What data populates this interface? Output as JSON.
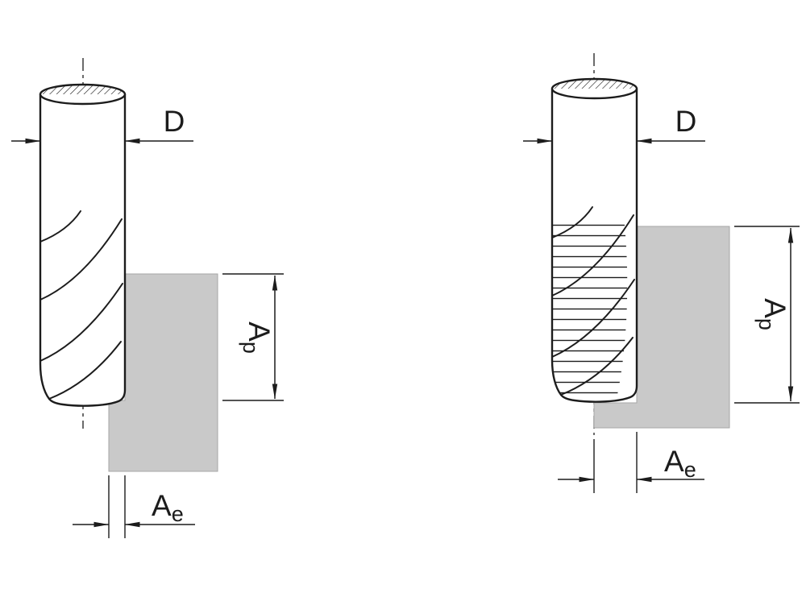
{
  "colors": {
    "background": "#ffffff",
    "line": "#1c1c1c",
    "workpiece_fill": "#c9c9c9",
    "tool_fill": "#ffffff"
  },
  "figures": {
    "left": {
      "labels": {
        "diameter": "D",
        "axial_depth": {
          "main": "A",
          "sub": "p"
        },
        "radial_width": {
          "main": "A",
          "sub": "e"
        }
      }
    },
    "right": {
      "labels": {
        "diameter": "D",
        "axial_depth": {
          "main": "A",
          "sub": "p"
        },
        "radial_width": {
          "main": "A",
          "sub": "e"
        }
      }
    }
  }
}
